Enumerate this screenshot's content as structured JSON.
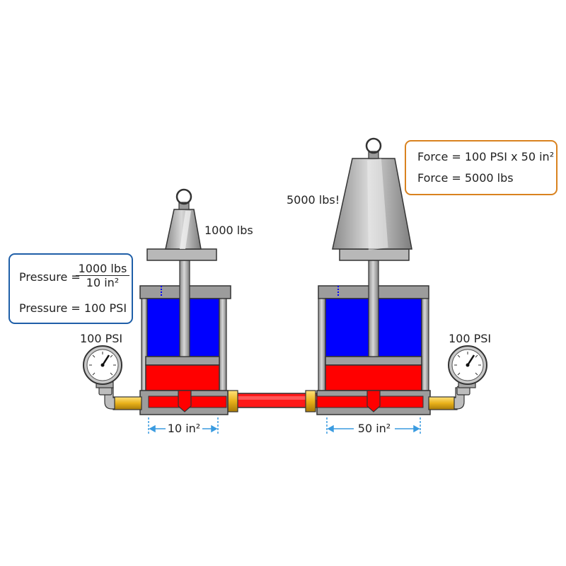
{
  "small_weight_label": "1000 lbs",
  "large_weight_label": "5000 lbs!",
  "left_gauge_label": "100 PSI",
  "right_gauge_label": "100 PSI",
  "small_area_label": "10 in²",
  "large_area_label": "50 in²",
  "pressure_box": {
    "prefix": "Pressure =",
    "numerator": "1000 lbs",
    "denominator": "10 in²",
    "result": "Pressure = 100 PSI"
  },
  "force_box": {
    "line1": "Force = 100 PSI x 50 in²",
    "line2": "Force = 5000 lbs"
  },
  "colors": {
    "fluid_red": "#ff0000",
    "air_blue": "#0000ff",
    "steel_gray": "#b4b4b4",
    "brass": "#f5c518",
    "pressure_box_border": "#1f5fa8",
    "force_box_border": "#d9821f",
    "dimension_line": "#3a9be0"
  }
}
